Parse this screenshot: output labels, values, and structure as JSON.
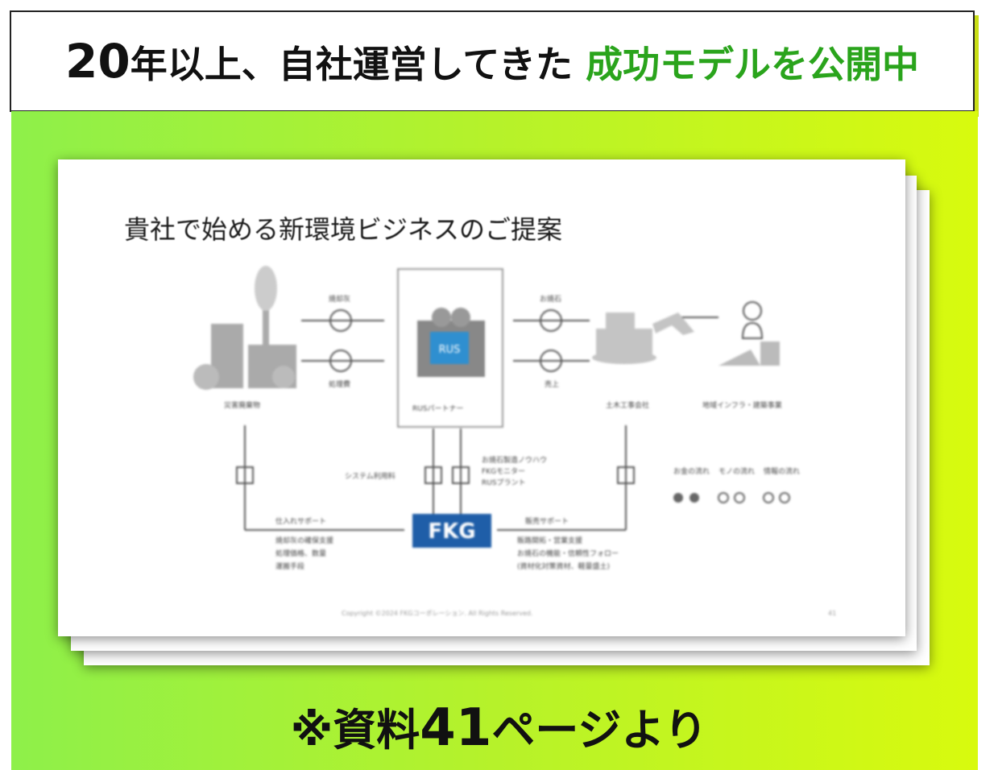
{
  "header": {
    "part1": "20",
    "part2": "年以上、自社運営してきた",
    "highlight": "成功モデルを公開中",
    "highlight_color": "#2aa41c"
  },
  "slide": {
    "title": "貴社で始める新環境ビジネスのご提案",
    "labels": {
      "waste_company": "災害廃棄物",
      "partner": "RUSパートナー",
      "civil_company": "土木工事会社",
      "infra_project": "地域インフラ・建築事業",
      "ash": "焼却灰",
      "fee": "処理費",
      "stone": "お焼石",
      "sales": "売上",
      "system_fee": "システム利用料",
      "purchase_support": "仕入れサポート",
      "sales_support": "販売サポート",
      "flow_money": "お金の流れ",
      "flow_goods": "モノの流れ",
      "flow_info": "情報の流れ",
      "copyright": "Copyright ©2024 FKGコーポレーション. All Rights Reserved.",
      "page": "41",
      "logo": "FKG",
      "rus": "RUS"
    },
    "know_how_list": [
      "お焼石製造ノウハウ",
      "FKGモニター",
      "RUSプラント"
    ],
    "purchase_list": [
      "焼却灰の確保支援",
      "処理価格、数量",
      "運搬手段"
    ],
    "sales_list": [
      "販路開拓・営業支援",
      "お焼石の機能・信頼性フォロー",
      "(資材化対策資材、軽量盛土)"
    ]
  },
  "footer": {
    "prefix": "※資料",
    "number": "41",
    "suffix": "ページより"
  },
  "colors": {
    "panel_start": "#8ef04a",
    "panel_end": "#d8fa0e",
    "fkg_blue": "#1f5ea8"
  }
}
